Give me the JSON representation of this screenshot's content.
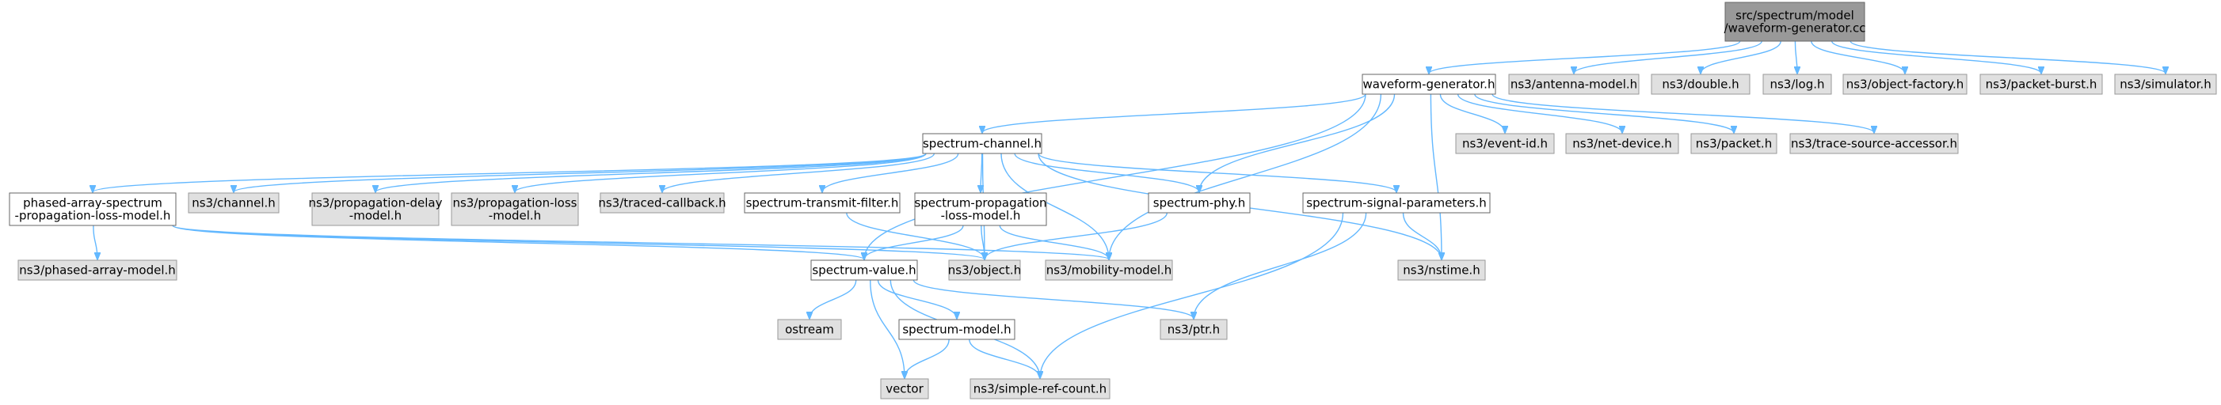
{
  "graph": {
    "nodes": {
      "root": {
        "lines": [
          "src/spectrum/model",
          "/waveform-generator.cc"
        ],
        "kind": "root"
      },
      "wfgen_h": {
        "lines": [
          "waveform-generator.h"
        ],
        "kind": "file"
      },
      "antenna": {
        "lines": [
          "ns3/antenna-model.h"
        ],
        "kind": "sys"
      },
      "double": {
        "lines": [
          "ns3/double.h"
        ],
        "kind": "sys"
      },
      "log": {
        "lines": [
          "ns3/log.h"
        ],
        "kind": "sys"
      },
      "objfactory": {
        "lines": [
          "ns3/object-factory.h"
        ],
        "kind": "sys"
      },
      "pktburst": {
        "lines": [
          "ns3/packet-burst.h"
        ],
        "kind": "sys"
      },
      "simulator": {
        "lines": [
          "ns3/simulator.h"
        ],
        "kind": "sys"
      },
      "specchan": {
        "lines": [
          "spectrum-channel.h"
        ],
        "kind": "file"
      },
      "eventid": {
        "lines": [
          "ns3/event-id.h"
        ],
        "kind": "sys"
      },
      "netdevice": {
        "lines": [
          "ns3/net-device.h"
        ],
        "kind": "sys"
      },
      "packet": {
        "lines": [
          "ns3/packet.h"
        ],
        "kind": "sys"
      },
      "tracesrc": {
        "lines": [
          "ns3/trace-source-accessor.h"
        ],
        "kind": "sys"
      },
      "phasedloss": {
        "lines": [
          "phased-array-spectrum",
          "-propagation-loss-model.h"
        ],
        "kind": "file"
      },
      "channel": {
        "lines": [
          "ns3/channel.h"
        ],
        "kind": "sys"
      },
      "propdelay": {
        "lines": [
          "ns3/propagation-delay",
          "-model.h"
        ],
        "kind": "sys"
      },
      "proploss": {
        "lines": [
          "ns3/propagation-loss",
          "-model.h"
        ],
        "kind": "sys"
      },
      "tracedcb": {
        "lines": [
          "ns3/traced-callback.h"
        ],
        "kind": "sys"
      },
      "txfilter": {
        "lines": [
          "spectrum-transmit-filter.h"
        ],
        "kind": "file"
      },
      "specprop": {
        "lines": [
          "spectrum-propagation",
          "-loss-model.h"
        ],
        "kind": "file"
      },
      "specphy": {
        "lines": [
          "spectrum-phy.h"
        ],
        "kind": "file"
      },
      "sigparams": {
        "lines": [
          "spectrum-signal-parameters.h"
        ],
        "kind": "file"
      },
      "phasedmodel": {
        "lines": [
          "ns3/phased-array-model.h"
        ],
        "kind": "sys"
      },
      "specvalue": {
        "lines": [
          "spectrum-value.h"
        ],
        "kind": "file"
      },
      "object": {
        "lines": [
          "ns3/object.h"
        ],
        "kind": "sys"
      },
      "mobility": {
        "lines": [
          "ns3/mobility-model.h"
        ],
        "kind": "sys"
      },
      "nstime": {
        "lines": [
          "ns3/nstime.h"
        ],
        "kind": "sys"
      },
      "ostream": {
        "lines": [
          "ostream"
        ],
        "kind": "sys"
      },
      "specmodel": {
        "lines": [
          "spectrum-model.h"
        ],
        "kind": "file"
      },
      "ptr": {
        "lines": [
          "ns3/ptr.h"
        ],
        "kind": "sys"
      },
      "vector": {
        "lines": [
          "vector"
        ],
        "kind": "sys"
      },
      "simplerc": {
        "lines": [
          "ns3/simple-ref-count.h"
        ],
        "kind": "sys"
      }
    },
    "edges": [
      [
        "root",
        "wfgen_h"
      ],
      [
        "root",
        "antenna"
      ],
      [
        "root",
        "double"
      ],
      [
        "root",
        "log"
      ],
      [
        "root",
        "objfactory"
      ],
      [
        "root",
        "pktburst"
      ],
      [
        "root",
        "simulator"
      ],
      [
        "wfgen_h",
        "specchan"
      ],
      [
        "wfgen_h",
        "eventid"
      ],
      [
        "wfgen_h",
        "netdevice"
      ],
      [
        "wfgen_h",
        "packet"
      ],
      [
        "wfgen_h",
        "tracesrc"
      ],
      [
        "wfgen_h",
        "specvalue"
      ],
      [
        "wfgen_h",
        "specphy"
      ],
      [
        "wfgen_h",
        "mobility"
      ],
      [
        "wfgen_h",
        "nstime"
      ],
      [
        "specchan",
        "phasedloss"
      ],
      [
        "specchan",
        "channel"
      ],
      [
        "specchan",
        "propdelay"
      ],
      [
        "specchan",
        "proploss"
      ],
      [
        "specchan",
        "tracedcb"
      ],
      [
        "specchan",
        "txfilter"
      ],
      [
        "specchan",
        "specprop"
      ],
      [
        "specchan",
        "specphy"
      ],
      [
        "specchan",
        "sigparams"
      ],
      [
        "specchan",
        "object"
      ],
      [
        "specchan",
        "mobility"
      ],
      [
        "specchan",
        "nstime"
      ],
      [
        "phasedloss",
        "phasedmodel"
      ],
      [
        "phasedloss",
        "specvalue"
      ],
      [
        "phasedloss",
        "object"
      ],
      [
        "phasedloss",
        "mobility"
      ],
      [
        "txfilter",
        "object"
      ],
      [
        "specprop",
        "specvalue"
      ],
      [
        "specprop",
        "object"
      ],
      [
        "specprop",
        "mobility"
      ],
      [
        "specphy",
        "object"
      ],
      [
        "sigparams",
        "nstime"
      ],
      [
        "sigparams",
        "ptr"
      ],
      [
        "sigparams",
        "simplerc"
      ],
      [
        "specvalue",
        "ostream"
      ],
      [
        "specvalue",
        "specmodel"
      ],
      [
        "specvalue",
        "vector"
      ],
      [
        "specvalue",
        "ptr"
      ],
      [
        "specvalue",
        "simplerc"
      ],
      [
        "specmodel",
        "vector"
      ],
      [
        "specmodel",
        "simplerc"
      ]
    ]
  }
}
